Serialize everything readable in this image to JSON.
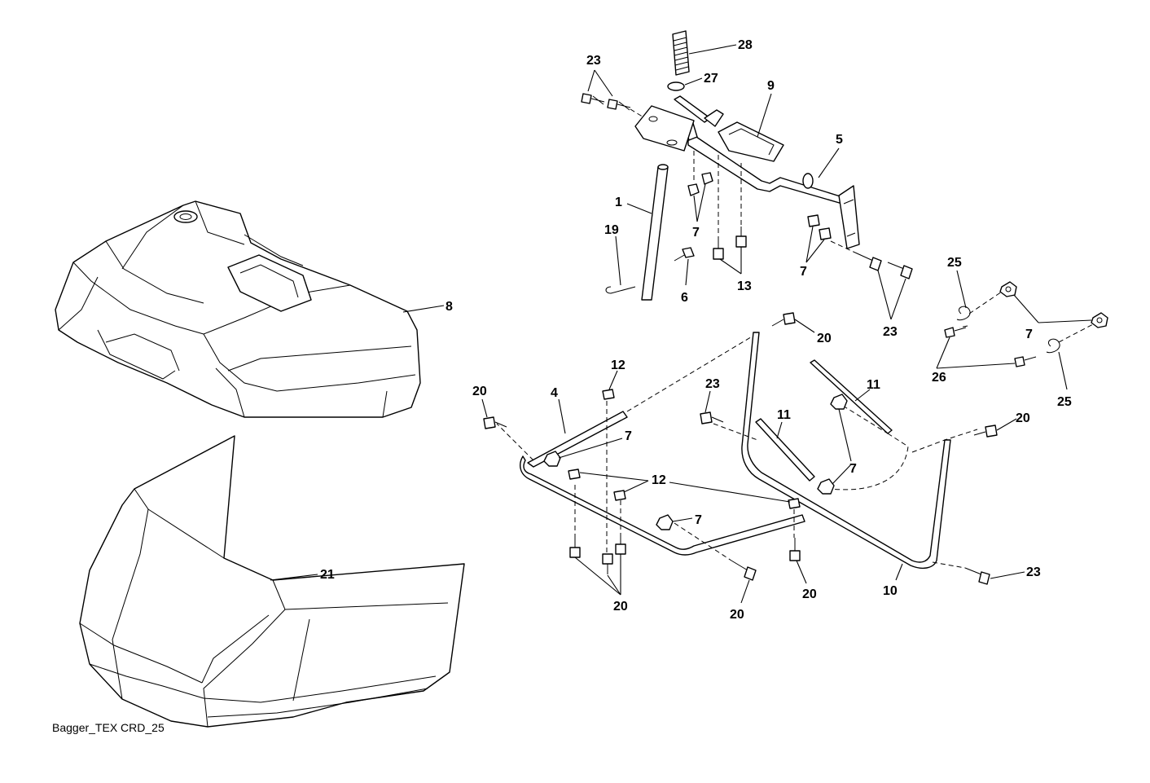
{
  "caption": "Bagger_TEX CRD_25",
  "callouts": {
    "c1": "1",
    "c4": "4",
    "c5": "5",
    "c6": "6",
    "c7a": "7",
    "c7b": "7",
    "c7c": "7",
    "c7d": "7",
    "c7e": "7",
    "c7f": "7",
    "c8": "8",
    "c9": "9",
    "c10": "10",
    "c11a": "11",
    "c11b": "11",
    "c12a": "12",
    "c12b": "12",
    "c13": "13",
    "c19": "19",
    "c20a": "20",
    "c20b": "20",
    "c20c": "20",
    "c20d": "20",
    "c20e": "20",
    "c20f": "20",
    "c21": "21",
    "c23a": "23",
    "c23b": "23",
    "c23c": "23",
    "c23d": "23",
    "c25a": "25",
    "c25b": "25",
    "c26": "26",
    "c27": "27",
    "c28": "28"
  }
}
